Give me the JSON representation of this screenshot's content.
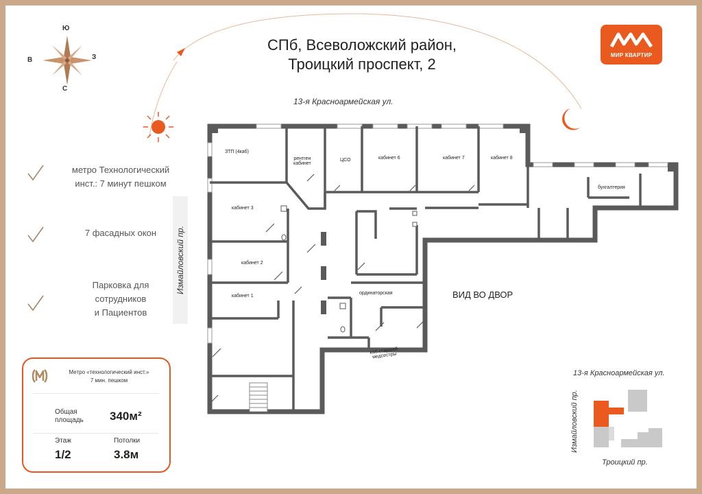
{
  "header": {
    "title_line1": "СПб, Всеволожский район,",
    "title_line2": "Троицкий проспект, 2"
  },
  "logo": {
    "text": "МИР КВАРТИР",
    "icon": "mir-kvartir-logo",
    "color": "#ea5a1e"
  },
  "compass": {
    "north": "Ю",
    "west": "В",
    "east": "З",
    "south": "С",
    "icon": "compass-rose-icon"
  },
  "streets": {
    "top": "13-я Красноармейская ул.",
    "left": "Измайловский пр."
  },
  "plan": {
    "yard_label": "ВИД ВО ДВОР",
    "rooms": {
      "ztp": "ЗТП (4каб)",
      "rentgen_1": "рентген",
      "rentgen_2": "кабинет",
      "cso": "ЦСО",
      "kab6": "кабинет 6",
      "kab7": "кабинет 7",
      "kab8": "кабинет 8",
      "buh": "бухгалтерия",
      "kab3": "кабинет 3",
      "kab2": "кабинет 2",
      "kab1": "кабинет 1",
      "ordinator": "ординаторская",
      "nurse_1": "каб.старшей",
      "nurse_2": "медсестры"
    }
  },
  "features": [
    {
      "line1": "метро Технологический",
      "line2": "инст.: 7 минут пешком",
      "line3": ""
    },
    {
      "line1": "7 фасадных окон",
      "line2": "",
      "line3": ""
    },
    {
      "line1": "Парковка для",
      "line2": "сотрудников",
      "line3": "и Пациентов"
    }
  ],
  "card": {
    "metro_line1": "Метро «технологический инст.»",
    "metro_line2": "7 мин. пешком",
    "area_label_1": "Общая",
    "area_label_2": "площадь",
    "area_value": "340м²",
    "floor_label": "Этаж",
    "floor_value": "1/2",
    "ceiling_label": "Потолки",
    "ceiling_value": "3.8м",
    "metro_icon": "metro-icon"
  },
  "minimap": {
    "top_street": "13-я Красноармейская ул.",
    "left_street": "Измайловский пр.",
    "bottom_street": "Троицкий пр.",
    "highlight_color": "#ea5a1e"
  },
  "colors": {
    "accent": "#ea5a1e",
    "wall": "#5a5a5a",
    "border": "#c9a98a"
  }
}
